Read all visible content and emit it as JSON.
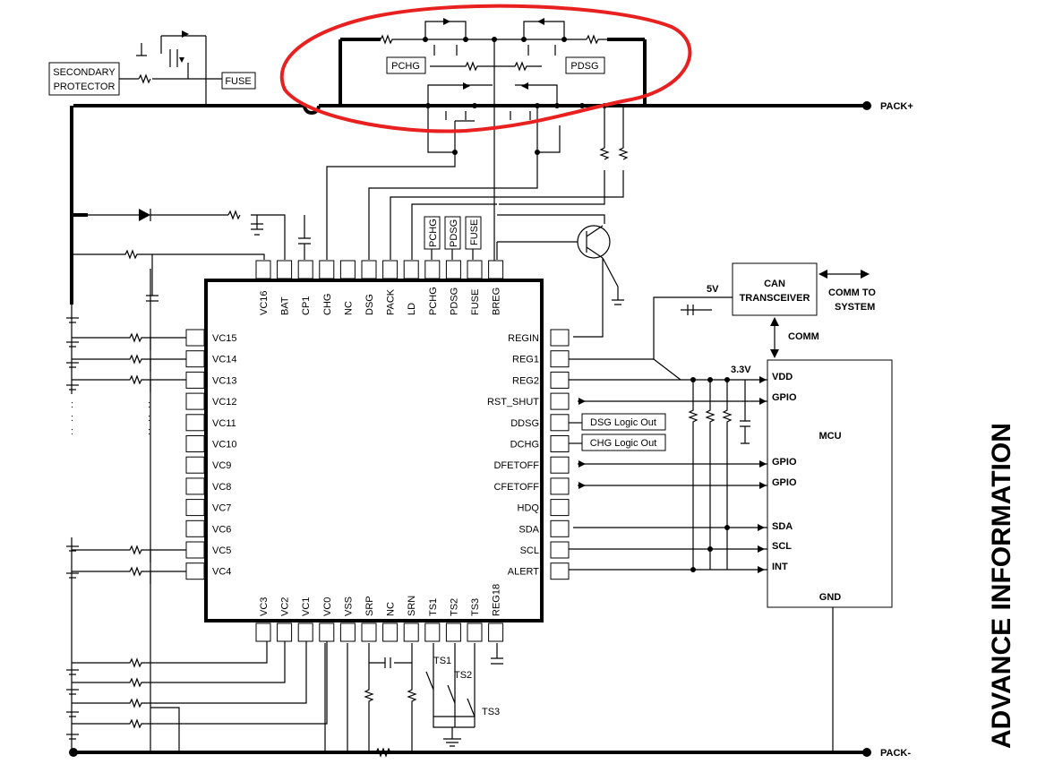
{
  "side_banner": "ADVANCE INFORMATION",
  "net_labels": {
    "pack_pos": "PACK+",
    "pack_neg": "PACK-",
    "five_v": "5V",
    "three_v3": "3.3V",
    "comm": "COMM",
    "comm_to_system": [
      "COMM TO",
      "SYSTEM"
    ]
  },
  "boxes": {
    "secondary_protector": [
      "SECONDARY",
      "PROTECTOR"
    ],
    "fuse": "FUSE",
    "pchg": "PCHG",
    "pdsg": "PDSG",
    "can_transceiver": [
      "CAN",
      "TRANSCEIVER"
    ],
    "dsg_logic_out": "DSG Logic Out",
    "chg_logic_out": "CHG Logic Out",
    "pin_tags": [
      "PCHG",
      "PDSG",
      "FUSE"
    ]
  },
  "chip": {
    "top_pins": [
      "VC16",
      "BAT",
      "CP1",
      "CHG",
      "NC",
      "DSG",
      "PACK",
      "LD",
      "PCHG",
      "PDSG",
      "FUSE",
      "BREG"
    ],
    "left_pins": [
      "VC15",
      "VC14",
      "VC13",
      "VC12",
      "VC11",
      "VC10",
      "VC9",
      "VC8",
      "VC7",
      "VC6",
      "VC5",
      "VC4"
    ],
    "right_pins": [
      "REGIN",
      "REG1",
      "REG2",
      "RST_SHUT",
      "DDSG",
      "DCHG",
      "DFETOFF",
      "CFETOFF",
      "HDQ",
      "SDA",
      "SCL",
      "ALERT"
    ],
    "bottom_pins": [
      "VC3",
      "VC2",
      "VC1",
      "VC0",
      "VSS",
      "SRP",
      "NC",
      "SRN",
      "TS1",
      "TS2",
      "TS3",
      "REG18"
    ]
  },
  "mcu": {
    "title": "MCU",
    "pins": [
      "VDD",
      "GPIO",
      "GPIO",
      "GPIO",
      "SDA",
      "SCL",
      "INT"
    ],
    "gnd": "GND"
  },
  "thermistors": [
    "TS1",
    "TS2",
    "TS3"
  ],
  "colors": {
    "highlight": "#e8201f",
    "wire": "#000000"
  }
}
